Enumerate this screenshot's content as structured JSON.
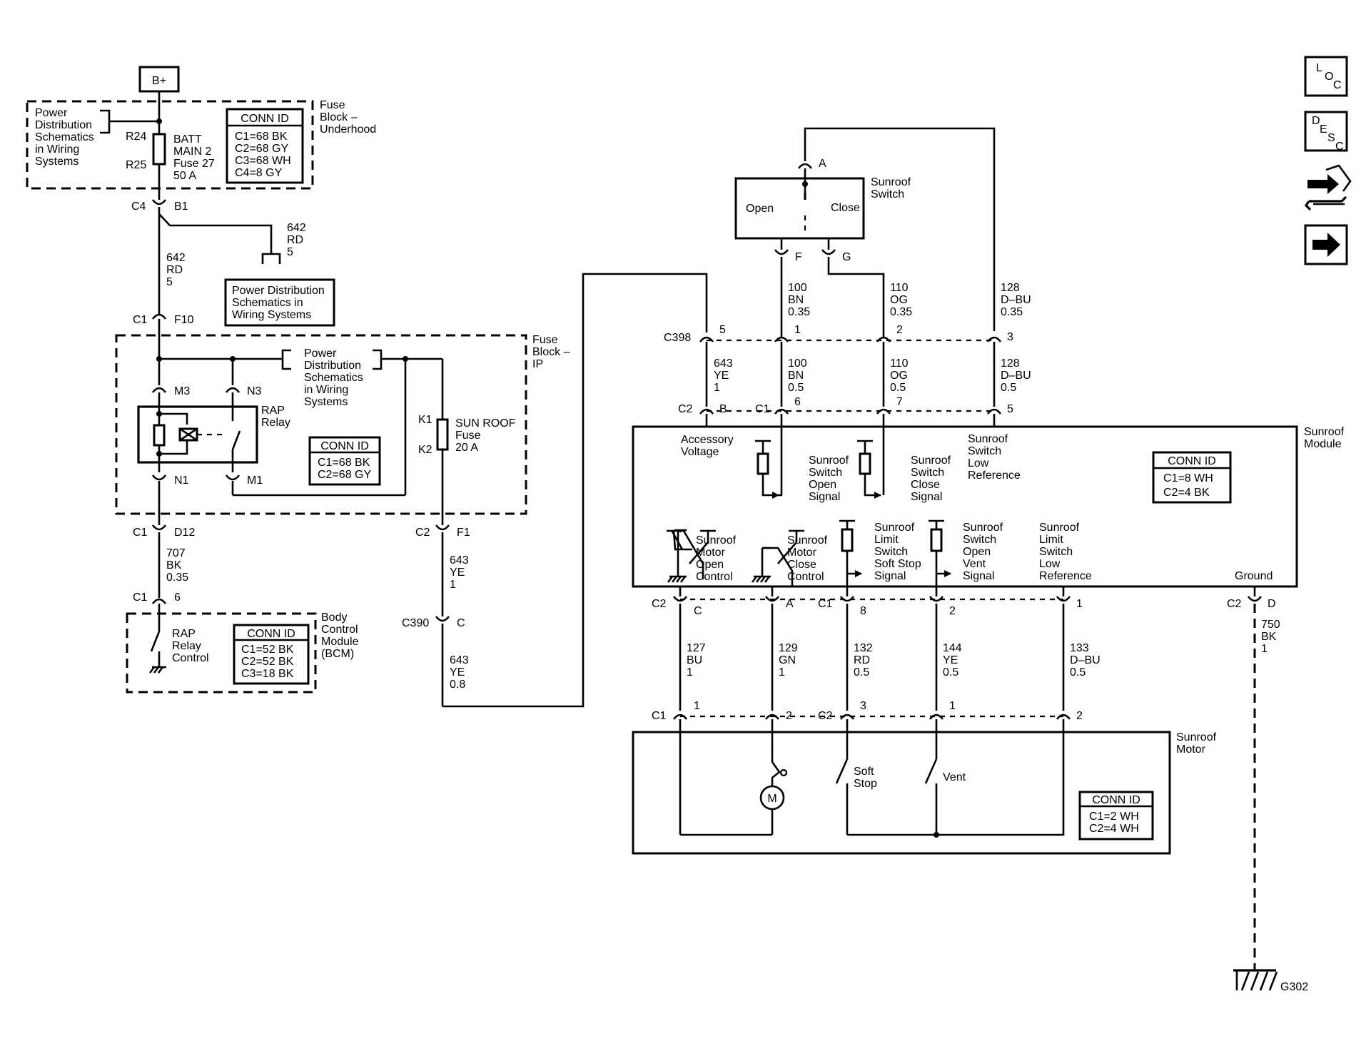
{
  "power": {
    "b_plus": "B+",
    "fuse_block_underhood": [
      "Fuse",
      "Block –",
      "Underhood"
    ],
    "power_dist_left": [
      "Power",
      "Distribution",
      "Schematics",
      "in Wiring",
      "Systems"
    ],
    "r24": "R24",
    "r25": "R25",
    "batt_fuse": [
      "BATT",
      "MAIN 2",
      "Fuse 27",
      "50 A"
    ],
    "conn_underhood": {
      "title": "CONN ID",
      "rows": [
        "C1=68 BK",
        "C2=68 GY",
        "C3=68 WH",
        "C4=8 GY"
      ]
    },
    "c4": "C4",
    "b1": "B1",
    "wire_642_branch": [
      "642",
      "RD",
      "5"
    ],
    "wire_642_main": [
      "642",
      "RD",
      "5"
    ],
    "power_dist_box": [
      "Power Distribution",
      "Schematics in",
      "Wiring Systems"
    ],
    "c1_top": "C1",
    "f10": "F10"
  },
  "fuse_ip": {
    "label": [
      "Fuse",
      "Block –",
      "IP"
    ],
    "power_dist": [
      "Power",
      "Distribution",
      "Schematics",
      "in Wiring",
      "Systems"
    ],
    "m3": "M3",
    "n3": "N3",
    "n1": "N1",
    "m1": "M1",
    "rap_relay": [
      "RAP",
      "Relay"
    ],
    "conn": {
      "title": "CONN ID",
      "rows": [
        "C1=68 BK",
        "C2=68 GY"
      ]
    },
    "k1": "K1",
    "k2": "K2",
    "sunroof_fuse": [
      "SUN ROOF",
      "Fuse",
      "20 A"
    ]
  },
  "lower_left": {
    "c1_d12": {
      "conn": "C1",
      "pin": "D12"
    },
    "wire_707": [
      "707",
      "BK",
      "0.35"
    ],
    "c1_6": {
      "conn": "C1",
      "pin": "6"
    },
    "rap_control": [
      "RAP",
      "Relay",
      "Control"
    ],
    "bcm_label": [
      "Body",
      "Control",
      "Module",
      "(BCM)"
    ],
    "bcm_conn": {
      "title": "CONN ID",
      "rows": [
        "C1=52 BK",
        "C2=52 BK",
        "C3=18 BK"
      ]
    },
    "c2_f1": {
      "conn": "C2",
      "pin": "F1"
    },
    "wire_643_a": [
      "643",
      "YE",
      "1"
    ],
    "c390": {
      "conn": "C390",
      "pin": "C"
    },
    "wire_643_b": [
      "643",
      "YE",
      "0.8"
    ]
  },
  "switch": {
    "label": [
      "Sunroof",
      "Switch"
    ],
    "pin_a": "A",
    "open": "Open",
    "close": "Close",
    "pin_f": "F",
    "pin_g": "G"
  },
  "c398_row": {
    "name": "C398",
    "pins": [
      "5",
      "1",
      "2",
      "3"
    ],
    "upper_wires": [
      [
        "100",
        "BN",
        "0.35"
      ],
      [
        "110",
        "OG",
        "0.35"
      ],
      [
        "128",
        "D–BU",
        "0.35"
      ]
    ],
    "lower_wires": [
      [
        "643",
        "YE",
        "1"
      ],
      [
        "100",
        "BN",
        "0.5"
      ],
      [
        "110",
        "OG",
        "0.5"
      ],
      [
        "128",
        "D–BU",
        "0.5"
      ]
    ]
  },
  "module": {
    "label": [
      "Sunroof",
      "Module"
    ],
    "top_connectors": [
      {
        "conn": "C2",
        "pin": "B"
      },
      {
        "conn": "C1",
        "pin": "6"
      },
      {
        "conn": "",
        "pin": "7"
      },
      {
        "conn": "",
        "pin": "5"
      }
    ],
    "accessory_voltage": [
      "Accessory",
      "Voltage"
    ],
    "open_signal": [
      "Sunroof",
      "Switch",
      "Open",
      "Signal"
    ],
    "close_signal": [
      "Sunroof",
      "Switch",
      "Close",
      "Signal"
    ],
    "low_reference": [
      "Sunroof",
      "Switch",
      "Low",
      "Reference"
    ],
    "conn": {
      "title": "CONN ID",
      "rows": [
        "C1=8 WH",
        "C2=4 BK"
      ]
    },
    "motor_open": [
      "Sunroof",
      "Motor",
      "Open",
      "Control"
    ],
    "motor_close": [
      "Sunroof",
      "Motor",
      "Close",
      "Control"
    ],
    "limit_soft": [
      "Sunroof",
      "Limit",
      "Switch",
      "Soft Stop",
      "Signal"
    ],
    "open_vent": [
      "Sunroof",
      "Switch",
      "Open",
      "Vent",
      "Signal"
    ],
    "limit_low": [
      "Sunroof",
      "Limit",
      "Switch",
      "Low",
      "Reference"
    ],
    "ground": "Ground",
    "bottom_connectors": [
      {
        "conn": "C2",
        "pin": "C"
      },
      {
        "conn": "",
        "pin": "A"
      },
      {
        "conn": "C1",
        "pin": "8"
      },
      {
        "conn": "",
        "pin": "2"
      },
      {
        "conn": "",
        "pin": "1"
      },
      {
        "conn": "C2",
        "pin": "D"
      }
    ],
    "bottom_wires": [
      [
        "127",
        "BU",
        "1"
      ],
      [
        "129",
        "GN",
        "1"
      ],
      [
        "132",
        "RD",
        "0.5"
      ],
      [
        "144",
        "YE",
        "0.5"
      ],
      [
        "133",
        "D–BU",
        "0.5"
      ],
      [
        "750",
        "BK",
        "1"
      ]
    ]
  },
  "motor": {
    "label": [
      "Sunroof",
      "Motor"
    ],
    "connectors": [
      {
        "conn": "C1",
        "pin": "1"
      },
      {
        "conn": "",
        "pin": "2"
      },
      {
        "conn": "C2",
        "pin": "3"
      },
      {
        "conn": "",
        "pin": "1"
      },
      {
        "conn": "",
        "pin": "2"
      }
    ],
    "m": "M",
    "soft_stop": [
      "Soft",
      "Stop"
    ],
    "vent": "Vent",
    "conn": {
      "title": "CONN ID",
      "rows": [
        "C1=2 WH",
        "C2=4 WH"
      ]
    }
  },
  "ground_ref": "G302",
  "side_icons": {
    "loc": [
      "L",
      "O",
      "C"
    ],
    "desc": [
      "D",
      "E",
      "S",
      "C"
    ],
    "tool_icon": "hand-wrench-icon",
    "arrow_icon": "arrow-right-icon"
  }
}
